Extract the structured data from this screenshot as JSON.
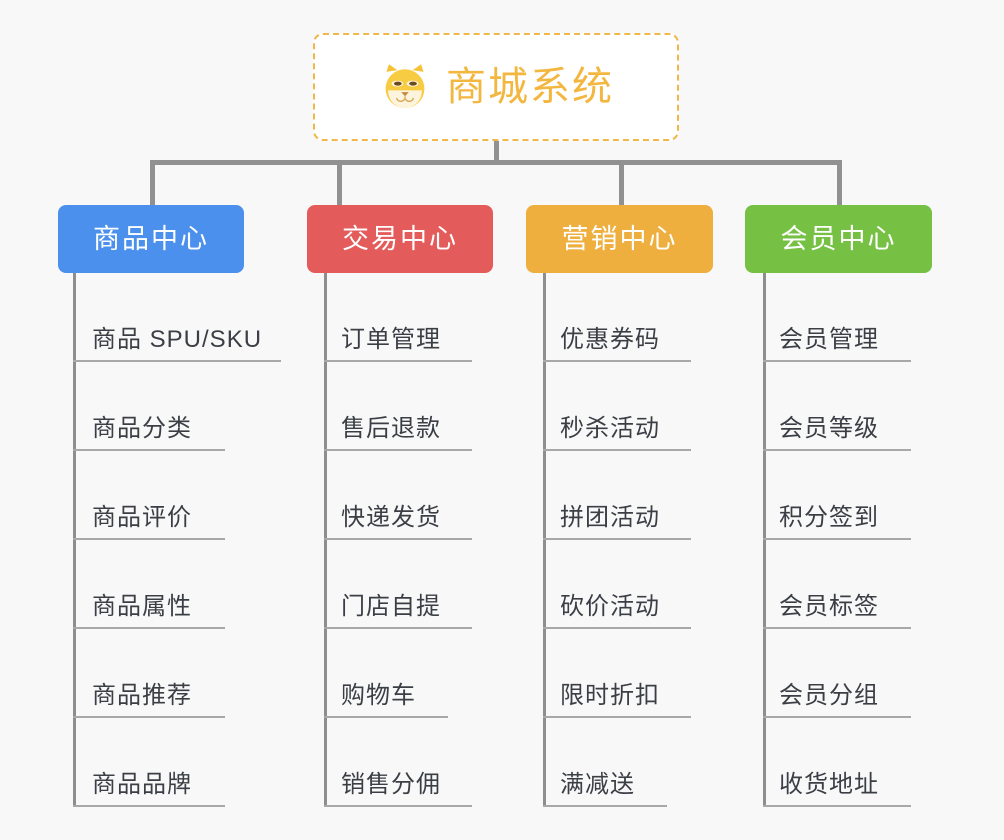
{
  "diagram": {
    "background_color": "#f8f8f8",
    "root": {
      "title": "商城系统",
      "icon": "shiba-dog-face-emoji",
      "border_color": "#f0b74a",
      "text_color": "#f3b63f",
      "background_color": "#ffffff"
    },
    "connector_color": "#919191",
    "leaf_line_color": "#a8a8a8",
    "leaf_text_color": "#3b3f45",
    "columns": [
      {
        "id": "product-center",
        "header": "商品中心",
        "color": "#4a90ec",
        "items": [
          "商品 SPU/SKU",
          "商品分类",
          "商品评价",
          "商品属性",
          "商品推荐",
          "商品品牌"
        ]
      },
      {
        "id": "trade-center",
        "header": "交易中心",
        "color": "#e35b5b",
        "items": [
          "订单管理",
          "售后退款",
          "快递发货",
          "门店自提",
          "购物车",
          "销售分佣"
        ]
      },
      {
        "id": "marketing-center",
        "header": "营销中心",
        "color": "#eeaf3f",
        "items": [
          "优惠券码",
          "秒杀活动",
          "拼团活动",
          "砍价活动",
          "限时折扣",
          "满减送"
        ]
      },
      {
        "id": "member-center",
        "header": "会员中心",
        "color": "#76c043",
        "items": [
          "会员管理",
          "会员等级",
          "积分签到",
          "会员标签",
          "会员分组",
          "收货地址"
        ]
      }
    ]
  }
}
